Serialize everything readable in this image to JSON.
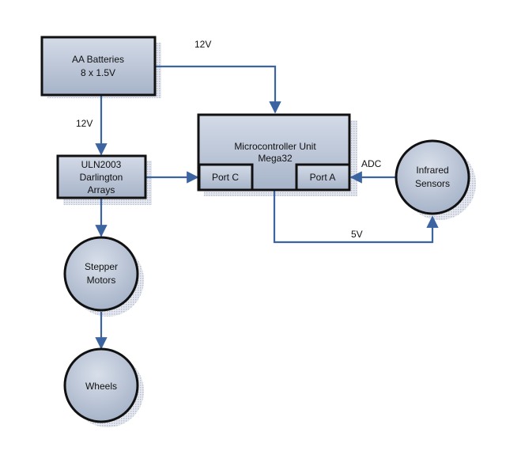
{
  "colors": {
    "box_fill_top": "#d4dbe8",
    "box_fill_bottom": "#a6b3c8",
    "border": "#111111",
    "connector": "#3b64a0",
    "shadow": "#c3c9d6"
  },
  "nodes": {
    "batteries": {
      "line1": "AA Batteries",
      "line2": "8 x 1.5V"
    },
    "uln2003": {
      "line1": "ULN2003",
      "line2": "Darlington",
      "line3": "Arrays"
    },
    "mcu": {
      "line1": "Microcontroller Unit",
      "line2": "Mega32"
    },
    "port_c": {
      "label": "Port C"
    },
    "port_a": {
      "label": "Port A"
    },
    "infrared": {
      "line1": "Infrared",
      "line2": "Sensors"
    },
    "stepper": {
      "line1": "Stepper",
      "line2": "Motors"
    },
    "wheels": {
      "label": "Wheels"
    }
  },
  "edge_labels": {
    "batt_to_mcu": "12V",
    "batt_to_uln": "12V",
    "sensor_to_porta": "ADC",
    "mcu_to_sensor": "5V"
  }
}
